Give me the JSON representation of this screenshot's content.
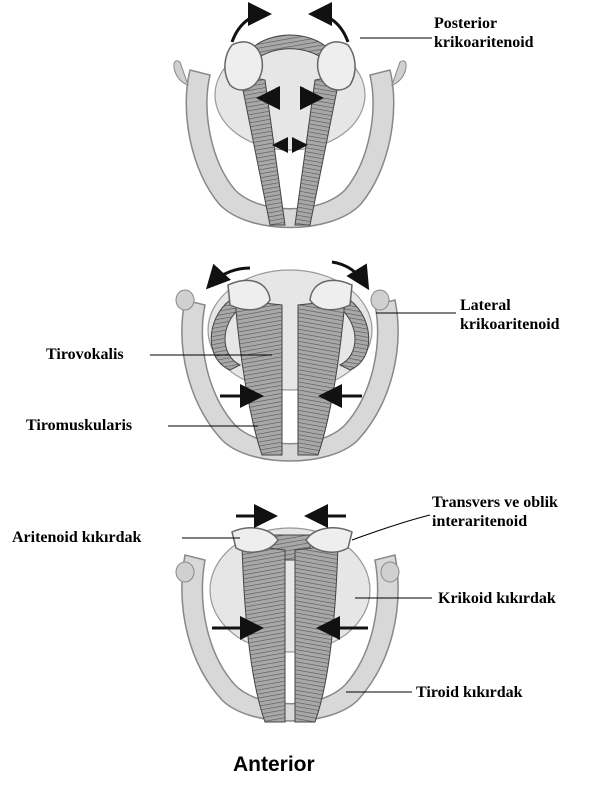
{
  "labels": {
    "posterior_line1": "Posterior",
    "posterior_line2": "krikoaritenoid",
    "lateral_line1": "Lateral",
    "lateral_line2": "krikoaritenoid",
    "tirovokalis": "Tirovokalis",
    "tiromuskularis": "Tiromuskularis",
    "aritenoid": "Aritenoid kıkırdak",
    "transvers_line1": "Transvers ve oblik",
    "transvers_line2": "interaritenoid",
    "krikoid": "Krikoid kıkırdak",
    "tiroid": "Tiroid kıkırdak"
  },
  "caption": "Anterior",
  "colors": {
    "cartilage": "#d8d8d8",
    "cartilage_edge": "#8a8a8a",
    "muscle": "#9a9a9a",
    "muscle_dark": "#4a4a4a",
    "arrow": "#111111"
  },
  "icons": {
    "panel_top": "posterior-cricoarytenoid-illustration",
    "panel_middle": "lateral-cricoarytenoid-illustration",
    "panel_bottom": "interarytenoid-illustration"
  }
}
